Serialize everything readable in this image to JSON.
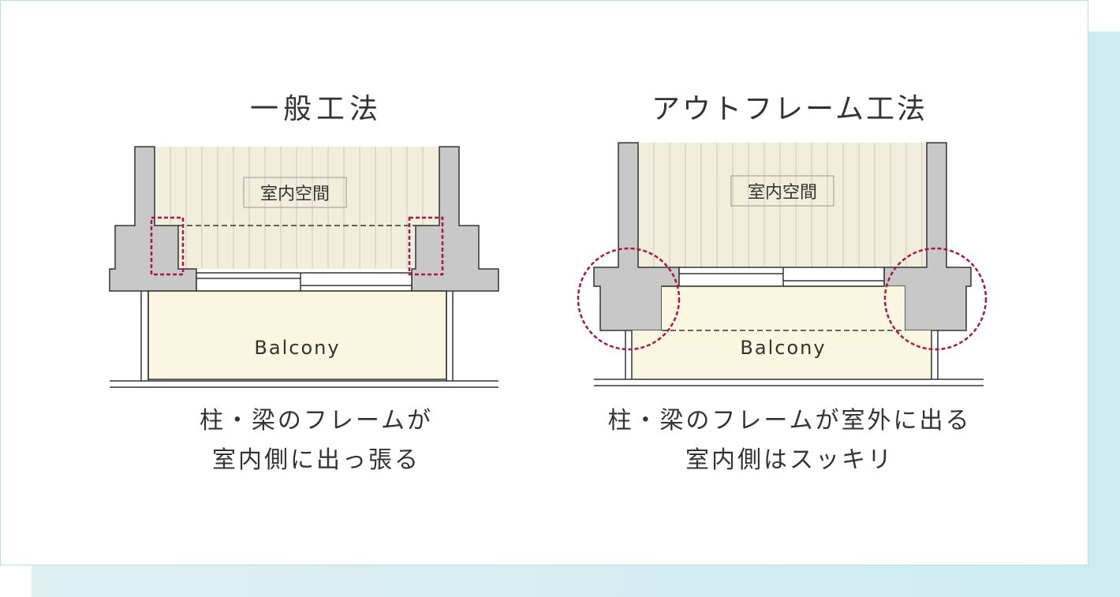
{
  "colors": {
    "wall": "#c8c8c8",
    "room": "#f1eedd",
    "balcony": "#faf6df",
    "accent": "#a8174a",
    "text": "#333333",
    "shadow": "#d3edf2"
  },
  "panels": [
    {
      "title": "一般工法",
      "room_label": "室内空間",
      "balcony_label": "Balcony",
      "caption_lines": [
        "柱・梁のフレームが",
        "室内側に出っ張る"
      ]
    },
    {
      "title": "アウトフレーム工法",
      "room_label": "室内空間",
      "balcony_label": "Balcony",
      "caption_lines": [
        "柱・梁のフレームが室外に出る",
        "室内側はスッキリ"
      ]
    }
  ]
}
